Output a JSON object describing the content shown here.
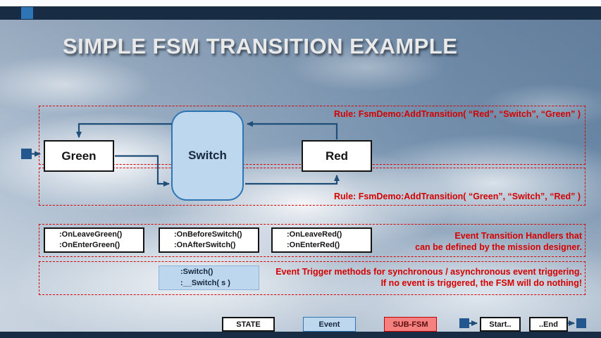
{
  "title": "SIMPLE FSM TRANSITION EXAMPLE",
  "rules": {
    "top": "Rule: FsmDemo:AddTransition( “Red”, “Switch”, “Green” )",
    "bottom": "Rule: FsmDemo:AddTransition( “Green”, “Switch”, “Red” )"
  },
  "diagram": {
    "green_state": "Green",
    "switch_event": "Switch",
    "red_state": "Red"
  },
  "handlers": {
    "green": [
      ":OnLeaveGreen()",
      ":OnEnterGreen()"
    ],
    "switch": [
      ":OnBeforeSwitch()",
      ":OnAfterSwitch()"
    ],
    "red": [
      ":OnLeaveRed()",
      ":OnEnterRed()"
    ],
    "note": [
      "Event Transition Handlers that",
      "can be defined by the mission designer."
    ]
  },
  "triggers": {
    "methods": [
      ":Switch()",
      ":__Switch( s )"
    ],
    "note": [
      "Event Trigger methods for synchronous / asynchronous event triggering.",
      "If no event is triggered, the FSM will do nothing!"
    ]
  },
  "legend": {
    "state_label": "STATE",
    "event_label": "Event",
    "subfsm_label": "SUB-FSM",
    "start_label": "Start..",
    "end_label": "..End"
  },
  "colors": {
    "rule_red": "#d40000",
    "event_blue_fill": "#bdd7ee",
    "event_blue_border": "#2e75b6",
    "arrow_blue": "#1f4e79",
    "subfsm_fill": "#f58080",
    "bar_navy": "#182c44",
    "accent_blue": "#2e75b6"
  }
}
